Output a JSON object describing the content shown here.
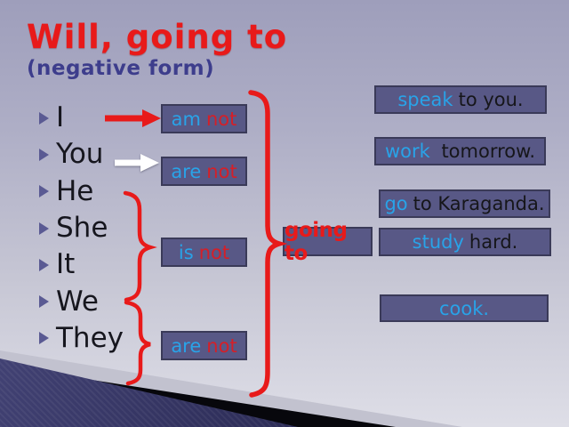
{
  "slide": {
    "title": "Will, going to",
    "subtitle": "(negative form)"
  },
  "colors": {
    "title_red": "#e81a1a",
    "subtitle_purple": "#3d3d8c",
    "aux_blue": "#29a3e8",
    "not_red": "#d51f28",
    "box_fill": "#585886",
    "box_border": "#3a3a58",
    "brace_red": "#e81a1a",
    "arrow_white": "#ffffff",
    "deco_navy": "#30305c"
  },
  "pronouns": [
    "I",
    "You",
    "He",
    "She",
    "It",
    "We",
    "They"
  ],
  "aux_boxes": [
    {
      "aux": "am",
      "neg": "not"
    },
    {
      "aux": "are",
      "neg": "not"
    },
    {
      "aux": "is",
      "neg": "not"
    },
    {
      "aux": "are",
      "neg": "not"
    }
  ],
  "connector": {
    "label": "going to"
  },
  "phrase_boxes": [
    {
      "verb": "speak",
      "rest": "to you."
    },
    {
      "verb": "work",
      "rest": " tomorrow."
    },
    {
      "verb": "go",
      "rest": "to Karaganda."
    },
    {
      "verb": "study",
      "rest": "hard."
    },
    {
      "verb": "cook.",
      "rest": ""
    }
  ]
}
